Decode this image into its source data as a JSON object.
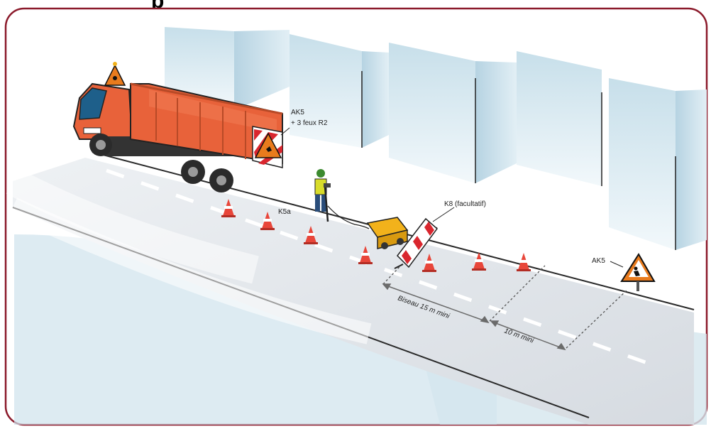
{
  "title_fragment": "p",
  "labels": {
    "ak5_rear": "AK5",
    "ak5_rear_lights": "+ 3 feux R2",
    "k5a": "K5a",
    "k8": "K8 (facultatif)",
    "ak5_sign": "AK5",
    "biseau": "Biseau 15 m mini",
    "distance": "10 m mini"
  },
  "colors": {
    "frame": "#8b1a2b",
    "truck": "#e8623a",
    "road": "#e3e6ea",
    "building": "#d3e5ee",
    "sign": "#e97b1d"
  }
}
